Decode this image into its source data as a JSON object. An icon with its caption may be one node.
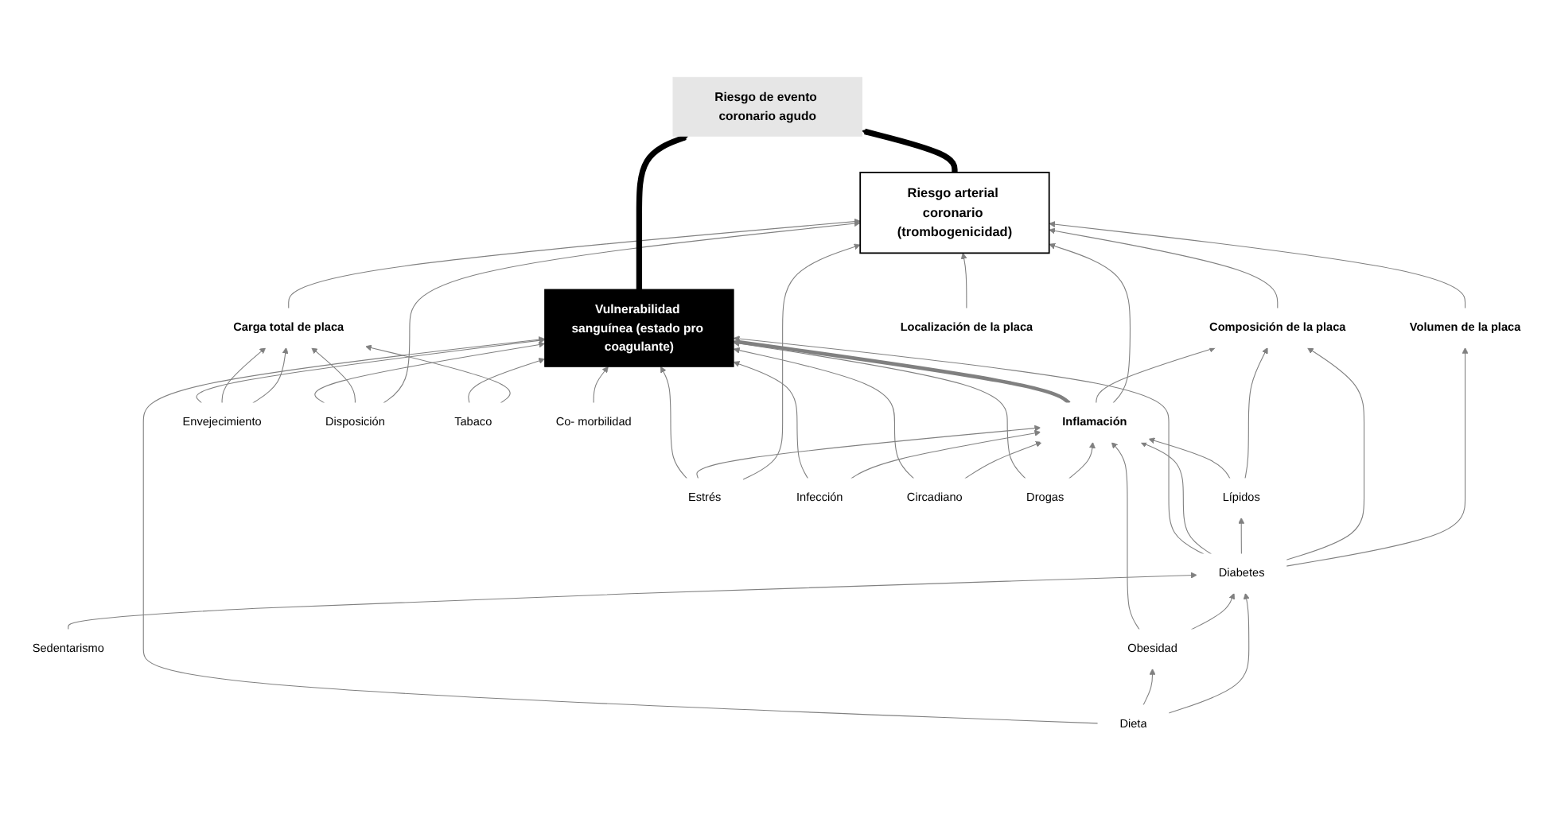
{
  "diagram": {
    "nodes": [
      {
        "text": [
          "Riesgo arterial coronario (trombogenicidad)"
        ]
      },
      {
        "text": [
          "Volumen de la placa"
        ]
      },
      {
        "text": [
          "Composición de la placa"
        ]
      },
      {
        "text": [
          "Localización de la placa"
        ]
      },
      {
        "text": [
          "Carga total de placa"
        ]
      },
      {
        "text": [
          "Riesgo de evento coronario agudo"
        ]
      },
      {
        "text": [
          "Lípidos"
        ]
      },
      {
        "text": [
          "Estrés"
        ]
      },
      {
        "text": [
          "Diabetes"
        ]
      },
      {
        "text": [
          "Inflamación"
        ]
      },
      {
        "text": [
          "Envejecimiento"
        ]
      },
      {
        "text": [
          "Disposición"
        ]
      },
      {
        "text": [
          "Sedentarismo"
        ]
      },
      {
        "text": [
          "Obesidad"
        ]
      },
      {
        "text": [
          "Tabaco"
        ]
      },
      {
        "text": [
          "Dieta"
        ]
      },
      {
        "text": [
          "Infección"
        ]
      },
      {
        "text": [
          "Co- morbilidad"
        ]
      },
      {
        "text": [
          "Circadiano"
        ]
      },
      {
        "text": [
          "Drogas"
        ]
      },
      {
        "text": [
          "Vulnerabilidad sanguínea (estado pro coagulante)"
        ]
      }
    ],
    "edges": [
      {
        "from": 1,
        "to": 0,
        "arrow": "to"
      },
      {
        "from": 2,
        "to": 0,
        "arrow": "to"
      },
      {
        "from": 9,
        "to": 0,
        "arrow": "to"
      },
      {
        "from": 7,
        "to": 0,
        "arrow": "to"
      },
      {
        "from": 3,
        "to": 0,
        "arrow": "to"
      },
      {
        "from": 4,
        "to": 0,
        "arrow": "to"
      },
      {
        "from": 11,
        "to": 0,
        "arrow": "to"
      },
      {
        "from": 0,
        "to": 5,
        "arrow": "to",
        "style": "thick",
        "color": "#000000"
      },
      {
        "from": 8,
        "to": 1,
        "arrow": "to"
      },
      {
        "from": 8,
        "to": 2,
        "arrow": "to"
      },
      {
        "from": 6,
        "to": 2,
        "arrow": "to"
      },
      {
        "from": 9,
        "to": 2,
        "arrow": "to"
      },
      {
        "from": 8,
        "to": 6,
        "arrow": "to"
      },
      {
        "from": 6,
        "to": 9,
        "arrow": "to"
      },
      {
        "from": 8,
        "to": 9,
        "arrow": "to"
      },
      {
        "from": 7,
        "to": 9,
        "arrow": "to"
      },
      {
        "from": 10,
        "to": 4,
        "arrow": "to"
      },
      {
        "from": 10,
        "to": 4,
        "arrow": "to"
      },
      {
        "from": 14,
        "to": 4,
        "arrow": "to"
      },
      {
        "from": 11,
        "to": 4,
        "arrow": "to"
      },
      {
        "from": 12,
        "to": 8,
        "arrow": "to"
      },
      {
        "from": 13,
        "to": 8,
        "arrow": "to"
      },
      {
        "from": 15,
        "to": 8,
        "arrow": "to"
      },
      {
        "from": 15,
        "to": 13,
        "arrow": "to"
      },
      {
        "from": 13,
        "to": 9,
        "arrow": "to"
      },
      {
        "from": 18,
        "to": 9,
        "arrow": "to"
      },
      {
        "from": 19,
        "to": 9,
        "arrow": "to"
      },
      {
        "from": 16,
        "to": 9,
        "arrow": "to"
      },
      {
        "from": 8,
        "to": 20,
        "arrow": "to"
      },
      {
        "from": 15,
        "to": 20,
        "arrow": "to"
      },
      {
        "from": 18,
        "to": 20,
        "arrow": "to"
      },
      {
        "from": 9,
        "to": 20,
        "arrow": "to",
        "style": "thick"
      },
      {
        "from": 19,
        "to": 20,
        "arrow": "to"
      },
      {
        "from": 16,
        "to": 20,
        "arrow": "to"
      },
      {
        "from": 7,
        "to": 20,
        "arrow": "to"
      },
      {
        "from": 10,
        "to": 20,
        "arrow": "to"
      },
      {
        "from": 14,
        "to": 20,
        "arrow": "to"
      },
      {
        "from": 17,
        "to": 20,
        "arrow": "to"
      },
      {
        "from": 11,
        "to": 20,
        "arrow": "to"
      },
      {
        "from": 20,
        "to": 5,
        "arrow": "to",
        "style": "thick",
        "color": "#000000"
      }
    ]
  }
}
